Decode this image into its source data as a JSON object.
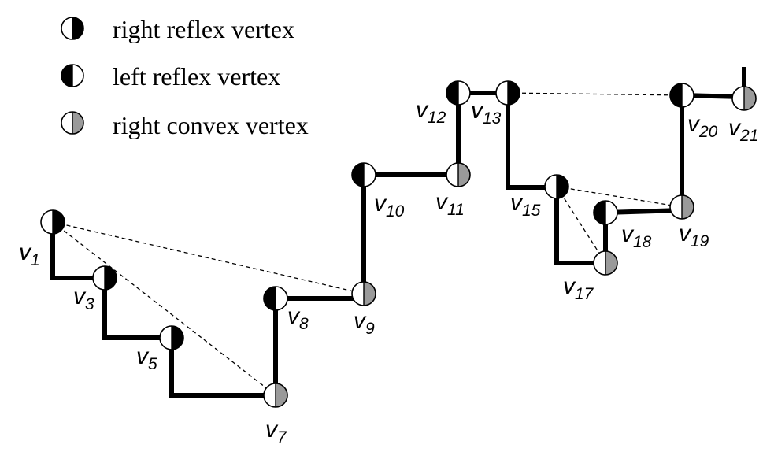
{
  "legend": [
    {
      "type": "right-reflex",
      "label": "right reflex vertex"
    },
    {
      "type": "left-reflex",
      "label": "left reflex vertex"
    },
    {
      "type": "right-convex",
      "label": "right convex vertex"
    }
  ],
  "vertices": [
    {
      "id": "v1",
      "letter": "v",
      "sub": "1",
      "type": "right-reflex"
    },
    {
      "id": "v3",
      "letter": "v",
      "sub": "3",
      "type": "right-reflex"
    },
    {
      "id": "v5",
      "letter": "v",
      "sub": "5",
      "type": "right-reflex"
    },
    {
      "id": "v7",
      "letter": "v",
      "sub": "7",
      "type": "right-convex"
    },
    {
      "id": "v8",
      "letter": "v",
      "sub": "8",
      "type": "left-reflex"
    },
    {
      "id": "v9",
      "letter": "v",
      "sub": "9",
      "type": "right-convex"
    },
    {
      "id": "v10",
      "letter": "v",
      "sub": "10",
      "type": "left-reflex"
    },
    {
      "id": "v11",
      "letter": "v",
      "sub": "11",
      "type": "right-convex"
    },
    {
      "id": "v12",
      "letter": "v",
      "sub": "12",
      "type": "left-reflex"
    },
    {
      "id": "v13",
      "letter": "v",
      "sub": "13",
      "type": "right-reflex"
    },
    {
      "id": "v15",
      "letter": "v",
      "sub": "15",
      "type": "right-reflex"
    },
    {
      "id": "v17",
      "letter": "v",
      "sub": "17",
      "type": "right-convex"
    },
    {
      "id": "v18",
      "letter": "v",
      "sub": "18",
      "type": "left-reflex"
    },
    {
      "id": "v19",
      "letter": "v",
      "sub": "19",
      "type": "right-convex"
    },
    {
      "id": "v20",
      "letter": "v",
      "sub": "20",
      "type": "left-reflex"
    },
    {
      "id": "v21",
      "letter": "v",
      "sub": "21",
      "type": "right-convex"
    }
  ]
}
